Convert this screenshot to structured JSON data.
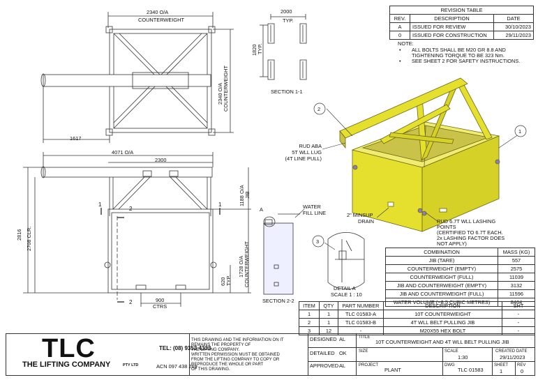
{
  "colors": {
    "steel": "#e5e02e",
    "steel_dark": "#9a9416",
    "line": "#333333"
  },
  "plan_view": {
    "dim_top": "2340 O/A",
    "dim_top_sub": "COUNTERWEIGHT",
    "dim_side": "2340 O/A",
    "dim_side_sub": "COUNTERWEIGHT",
    "dim_jib_offset": "1617"
  },
  "section_1_1": {
    "dim_width": "2000",
    "dim_width_sub": "TYP.",
    "dim_height": "1820",
    "dim_height_sub": "TYP.",
    "label": "SECTION 1-1"
  },
  "elevation": {
    "dim_overall": "4071 O/A",
    "dim_jib": "2300",
    "dim_total_height": "2816",
    "dim_clr": "2708 CLR.",
    "dim_jib_height": "1188 O/A",
    "dim_jib_height_sub": "JIB",
    "dim_cw_height": "1728 O/A",
    "dim_cw_height_sub": "COUNTERWEIGHT",
    "dim_620": "620",
    "dim_620_sub": "TYP.",
    "dim_900": "900",
    "dim_900_sub": "CTRS",
    "section_mark_1": "1",
    "section_mark_2": "2"
  },
  "section_2_2": {
    "label": "SECTION 2-2",
    "detail_ref": "A",
    "water_label_1": "WATER",
    "water_label_2": "FILL LINE"
  },
  "detail_a": {
    "callout": "3",
    "title": "DETAIL A",
    "scale": "SCALE 1 : 10"
  },
  "iso_view": {
    "callout_1": "1",
    "callout_2": "2",
    "lug_note": [
      "RUD ABA",
      "5T WLL LUG",
      "(4T LINE PULL)"
    ],
    "drain_note": [
      "2\" MINSUP",
      "DRAIN"
    ],
    "lashing_note": [
      "RUD 6.7T WLL LASHING",
      "POINTS",
      "(CERTIFIED TO 6.7T EACH.",
      "2x LASHING FACTOR DOES",
      "NOT APPLY)"
    ]
  },
  "revision_table": {
    "title": "REVISION TABLE",
    "headers": [
      "REV.",
      "DESCRIPTION",
      "DATE"
    ],
    "rows": [
      [
        "A",
        "ISSUED FOR REVIEW",
        "30/10/2023"
      ],
      [
        "0",
        "ISSUED FOR CONSTRUCTION",
        "29/11/2023"
      ]
    ]
  },
  "notes": {
    "title": "NOTE:",
    "items": [
      [
        "ALL BOLTS SHALL BE M20 GR 8.8 AND",
        "TIGHTENING TORQUE TO BE 323 Nm."
      ],
      [
        "SEE SHEET 2 FOR SAFETY INSTRUCTIONS."
      ]
    ]
  },
  "mass_table": {
    "headers": [
      "COMBINATION",
      "MASS (KG)"
    ],
    "rows": [
      [
        "JIB (TARE)",
        "557"
      ],
      [
        "COUNTERWEIGHT (EMPTY)",
        "2575"
      ],
      [
        "COUNTERWEIGHT (FULL)",
        "11039"
      ],
      [
        "JIB AND COUNTERWEIGHT (EMPTY)",
        "3132"
      ],
      [
        "JIB AND COUNTERWEIGHT (FULL)",
        "11596"
      ],
      [
        "WATER VOLUME (~8.5 CUBIC METRES)",
        "8464"
      ]
    ]
  },
  "parts_table": {
    "headers": [
      "ITEM",
      "QTY",
      "PART NUMBER",
      "DESCRIPTION",
      "SHT"
    ],
    "rows": [
      [
        "1",
        "1",
        "TLC 01583-A",
        "10T COUNTERWEIGHT",
        "-"
      ],
      [
        "2",
        "1",
        "TLC 01583-B",
        "4T WLL BELT PULLING JIB",
        "-"
      ],
      [
        "3",
        "12",
        "-",
        "M20X55 HEX BOLT",
        "-"
      ]
    ]
  },
  "title_block": {
    "logo": "TLC",
    "company": "THE LIFTING COMPANY",
    "company_suffix": "PTY LTD",
    "tel": "TEL: (08) 9353 4333",
    "acn": "ACN 097 438 269",
    "disclaimer": [
      "THIS DRAWING AND THE INFORMATION ON IT",
      "REMAINS THE PROPERTY OF",
      "THE LIFTING COMPANY.",
      "WRITTEN PERMISSION MUST BE OBTAINED",
      "FROM THE LIFTING COMPANY TO COPY OR",
      "REPRODUCE THE WHOLE OR PART",
      "OF THIS DRAWING."
    ],
    "designed_label": "DESIGNED",
    "designed": "AL",
    "detailed_label": "DETAILED",
    "detailed": "OK",
    "approved_label": "APPROVED",
    "approved": "AL",
    "title_label": "TITLE",
    "title": "10T COUNTERWEIGHT AND 4T WLL BELT PULLING JIB",
    "size_label": "SIZE",
    "scale_label": "SCALE",
    "scale": "1:30",
    "created_label": "CREATED DATE",
    "created": "29/11/2023",
    "project_label": "PROJECT",
    "project": "PLANT",
    "dwg_label": "DWG",
    "dwg": "TLC 01583",
    "sheet_label": "SHEET",
    "sheet": "1",
    "rev_label": "REV",
    "rev": "0"
  }
}
